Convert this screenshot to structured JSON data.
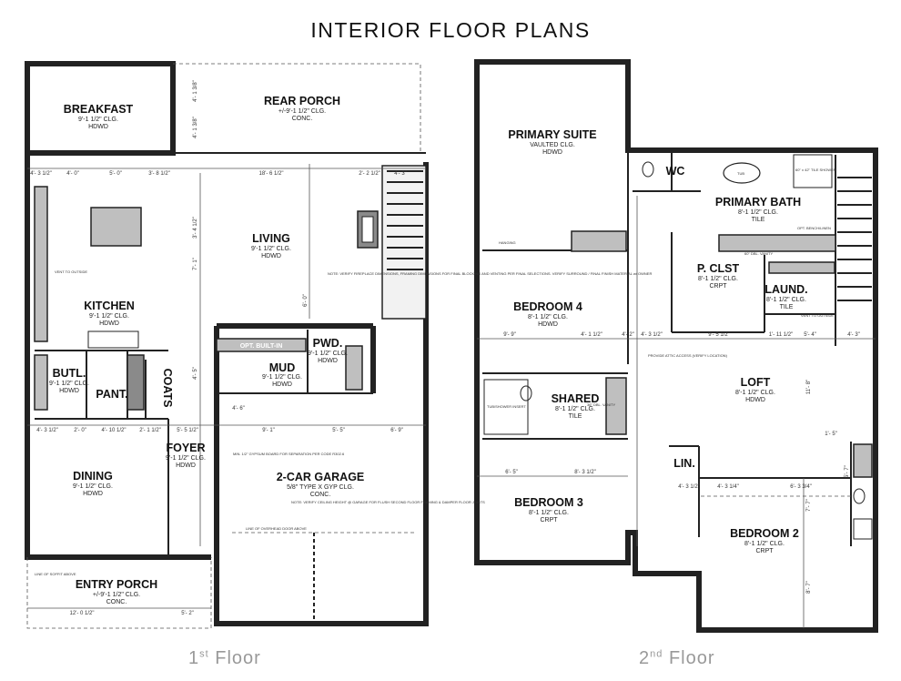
{
  "title": "INTERIOR FLOOR PLANS",
  "floors": [
    {
      "number": "1",
      "suffix": "st",
      "word": "Floor"
    },
    {
      "number": "2",
      "suffix": "nd",
      "word": "Floor"
    }
  ],
  "floor1": {
    "rooms": [
      {
        "name": "BREAKFAST",
        "lines": [
          "9'-1 1/2\" CLG.",
          "HDWD"
        ]
      },
      {
        "name": "REAR PORCH",
        "lines": [
          "+/-9'-1 1/2\" CLG.",
          "CONC."
        ]
      },
      {
        "name": "LIVING",
        "lines": [
          "9'-1 1/2\" CLG.",
          "HDWD"
        ]
      },
      {
        "name": "KITCHEN",
        "lines": [
          "9'-1 1/2\" CLG.",
          "HDWD"
        ]
      },
      {
        "name": "PWD.",
        "lines": [
          "9'-1 1/2\" CLG.",
          "HDWD"
        ]
      },
      {
        "name": "MUD",
        "lines": [
          "9'-1 1/2\" CLG.",
          "HDWD"
        ]
      },
      {
        "name": "BUTL.",
        "lines": [
          "9'-1 1/2\" CLG.",
          "HDWD"
        ]
      },
      {
        "name": "PANT.",
        "lines": []
      },
      {
        "name": "COATS",
        "lines": []
      },
      {
        "name": "FOYER",
        "lines": [
          "9'-1 1/2\" CLG.",
          "HDWD"
        ]
      },
      {
        "name": "DINING",
        "lines": [
          "9'-1 1/2\" CLG.",
          "HDWD"
        ]
      },
      {
        "name": "2-CAR GARAGE",
        "lines": [
          "5/8\" TYPE X GYP CLG.",
          "CONC."
        ]
      },
      {
        "name": "ENTRY PORCH",
        "lines": [
          "+/-9'-1 1/2\" CLG.",
          "CONC."
        ]
      }
    ],
    "builtin": "OPT. BUILT-IN",
    "dims": [
      "4'- 3 1/2\"",
      "4'- 0\"",
      "5'- 0\"",
      "3'- 8 1/2\"",
      "18'- 6 1/2\"",
      "2'- 2 1/2\"",
      "4'- 3\"",
      "4'- 3 1/2\"",
      "2'- 0\"",
      "4'- 10 1/2\"",
      "2'- 1 1/2\"",
      "5'- 5 1/2\"",
      "9'- 1\"",
      "5'- 5\"",
      "6'- 9\"",
      "12'- 0 1/2\"",
      "5'- 2\"",
      "4'- 6\"",
      "4'- 5\"",
      "4'- 1 3/8\"",
      "4'- 1 3/8\"",
      "3'- 4 1/2\"",
      "7'- 1\"",
      "6'- 0\""
    ],
    "notes": [
      "NOTE: VERIFY FIREPLACE DIMENSIONS, FRAMING DIMENSIONS FOR FINAL BLOCKING AND VENTING PER FINAL SELECTIONS. VERIFY SURROUND / FINAL FINISH MATERIAL w/ OWNER",
      "NOTE: VERIFY CEILING HEIGHT @ GARAGE FOR FLUSH SECOND FLOOR FRAMING & DAMPER FLOOR JOISTS",
      "MIN. 1/2\" GYPSUM BOARD FOR SEPARATION PER CODE R302.6",
      "LINE OF SOFFIT ABOVE",
      "LINE OF OVERHEAD DOOR ABOVE",
      "VENT TO OUTSIDE"
    ]
  },
  "floor2": {
    "rooms": [
      {
        "name": "PRIMARY SUITE",
        "lines": [
          "VAULTED CLG.",
          "HDWD"
        ]
      },
      {
        "name": "WC",
        "lines": []
      },
      {
        "name": "PRIMARY BATH",
        "lines": [
          "8'-1 1/2\" CLG.",
          "TILE"
        ]
      },
      {
        "name": "P. CLST",
        "lines": [
          "8'-1 1/2\" CLG.",
          "CRPT"
        ]
      },
      {
        "name": "LAUND.",
        "lines": [
          "8'-1 1/2\" CLG.",
          "TILE"
        ]
      },
      {
        "name": "BEDROOM 4",
        "lines": [
          "8'-1 1/2\" CLG.",
          "HDWD"
        ]
      },
      {
        "name": "SHARED",
        "lines": [
          "8'-1 1/2\" CLG.",
          "TILE"
        ]
      },
      {
        "name": "LOFT",
        "lines": [
          "8'-1 1/2\" CLG.",
          "HDWD"
        ]
      },
      {
        "name": "LIN.",
        "lines": []
      },
      {
        "name": "BEDROOM 3",
        "lines": [
          "8'-1 1/2\" CLG.",
          "CRPT"
        ]
      },
      {
        "name": "BEDROOM 2",
        "lines": [
          "8'-1 1/2\" CLG.",
          "CRPT"
        ]
      }
    ],
    "dims": [
      "9'- 9\"",
      "4'- 1 1/2\"",
      "4'- 2\"",
      "4'- 3 1/2\"",
      "9'- 5 1/2\"",
      "1'- 11 1/2\"",
      "5'- 4\"",
      "4'- 3\"",
      "6'- 5\"",
      "8'- 3 1/2\"",
      "4'- 3 1/2\"",
      "4'- 3 1/4\"",
      "6'- 3 3/4\"",
      "11'- 8\"",
      "7'- 7\"",
      "8'- 7\"",
      "1'- 5\"",
      "5'- 7\""
    ],
    "notes": [
      "PROVIDE ATTIC ACCESS (VERIFY LOCATION)",
      "HANGING",
      "OPT. BENCH/LINEN",
      "TUB/SHOWER INSERT",
      "VENT TO OUTSIDE",
      "60\" x 42\" TILE SHOWER",
      "TUB",
      "60\" DBL. VANITY",
      "36\" DBL. VANITY"
    ]
  }
}
